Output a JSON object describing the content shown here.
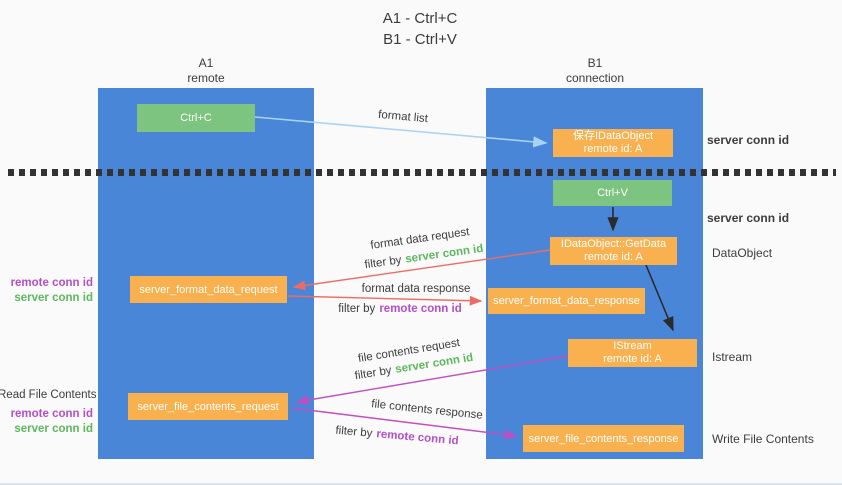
{
  "title": {
    "line1": "A1 - Ctrl+C",
    "line2": "B1 - Ctrl+V"
  },
  "lanes": {
    "a1": {
      "name": "A1",
      "subtitle": "remote"
    },
    "b1": {
      "name": "B1",
      "subtitle": "connection"
    }
  },
  "boxes": {
    "ctrl_c": {
      "label": "Ctrl+C"
    },
    "ctrl_v": {
      "label": "Ctrl+V"
    },
    "save_dataobject": {
      "line1": "保存IDataObject",
      "line2": "remote id: A"
    },
    "getdata": {
      "line1": "IDataObject::GetData",
      "line2": "remote id: A"
    },
    "istream": {
      "line1": "IStream",
      "line2": "remote id: A"
    },
    "server_format_data_request": {
      "label": "server_format_data_request"
    },
    "server_format_data_response": {
      "label": "server_format_data_response"
    },
    "server_file_contents_request": {
      "label": "server_file_contents_request"
    },
    "server_file_contents_response": {
      "label": "server_file_contents_response"
    }
  },
  "flow_labels": {
    "format_list": "format list",
    "format_data_request": "format data request",
    "format_data_response": "format data response",
    "file_contents_request": "file contents request",
    "file_contents_response": "file contents response",
    "filter_by": "filter by",
    "server_conn_id": "server conn id",
    "remote_conn_id": "remote conn id"
  },
  "side_labels": {
    "server_conn_id": "server conn id",
    "remote_conn_id": "remote conn id",
    "dataobject": "DataObject",
    "istream": "Istream",
    "read_file_contents": "Read File Contents",
    "write_file_contents": "Write File Contents"
  },
  "colors": {
    "background": "#FAFAFA",
    "lane_blue": "#4A86D8",
    "box_green": "#7CC47F",
    "box_orange": "#F9B04E",
    "arrow_blue": "#A9D3F2",
    "arrow_red": "#EE6B63",
    "arrow_magenta": "#C04FC0",
    "arrow_black": "#2B2B2B",
    "text_dark": "#3C3C3C",
    "text_green": "#5CB85C",
    "text_purple": "#B44FC8",
    "separator": "#333333"
  }
}
